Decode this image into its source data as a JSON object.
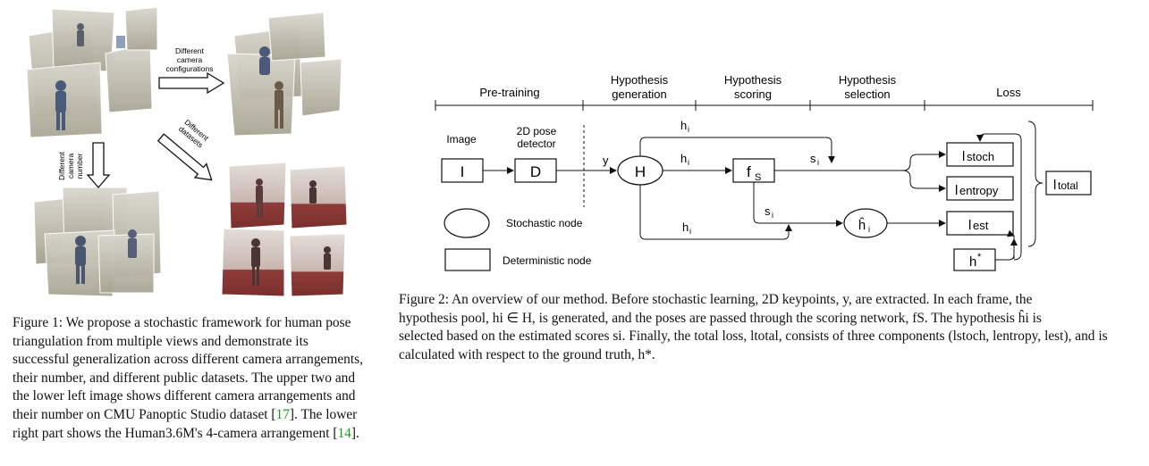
{
  "figure1": {
    "arrow_labels": {
      "configurations": [
        "Different",
        "camera",
        "configurations"
      ],
      "number": [
        "Different",
        "camera",
        "number"
      ],
      "datasets": [
        "Different",
        "datasets"
      ]
    },
    "caption": {
      "text": "Figure 1: We propose a stochastic framework for human pose triangulation from multiple views and demonstrate its successful generalization across different camera arrangements, their number, and different public datasets. The upper two and the lower left image shows different camera arrangements and their number on CMU Panoptic Studio dataset [",
      "ref1": "17",
      "text2": "]. The lower right part shows the Human3.6M's 4-camera arrangement [",
      "ref2": "14",
      "text3": "]."
    }
  },
  "figure2": {
    "stages": [
      "Pre-training",
      [
        "Hypothesis",
        "generation"
      ],
      [
        "Hypothesis",
        "scoring"
      ],
      [
        "Hypothesis",
        "selection"
      ],
      "Loss"
    ],
    "labels": {
      "image": "Image",
      "detector": [
        "2D pose",
        "detector"
      ],
      "y": "y",
      "hi": "h",
      "hi_sub": "i",
      "si": "s",
      "si_sub": "i",
      "stochastic": "Stochastic node",
      "deterministic": "Deterministic node"
    },
    "nodes": {
      "I": "I",
      "D": "D",
      "H": "H",
      "fs": "f",
      "fs_sub": "S",
      "hhat": "ĥ",
      "hhat_sub": "i",
      "lstoch": "l",
      "lstoch_sub": "stoch",
      "lentropy": "l",
      "lentropy_sub": "entropy",
      "lest": "l",
      "lest_sub": "est",
      "hstar": "h",
      "hstar_sup": "*",
      "ltotal": "l",
      "ltotal_sub": "total"
    },
    "caption": {
      "line1": "Figure 2: An overview of our method. Before stochastic learning, 2D keypoints, y, are extracted. In each frame, the",
      "line2": "hypothesis pool, hi ∈ H, is generated, and the poses are passed through the scoring network, fS. The hypothesis ĥi is",
      "line3": "selected based on the estimated scores si. Finally, the total loss, ltotal, consists of three components (lstoch, lentropy, lest), and is",
      "line4": "calculated with respect to the ground truth, h*."
    }
  }
}
